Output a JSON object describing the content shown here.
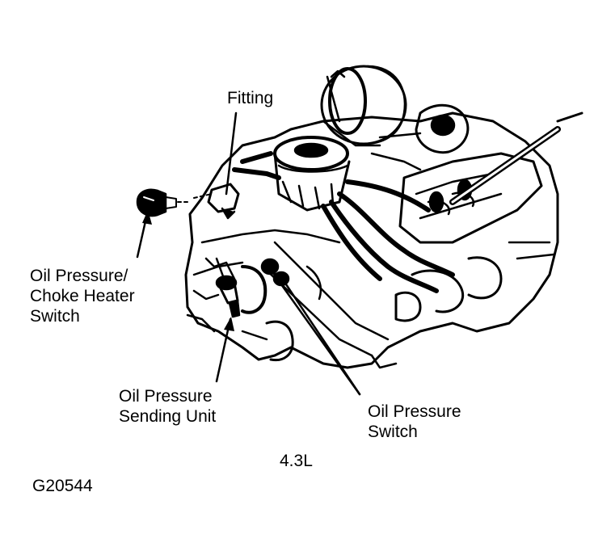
{
  "labels": {
    "fitting": "Fitting",
    "oil_pressure_choke_heater_switch": [
      "Oil Pressure/",
      "Choke Heater",
      "Switch"
    ],
    "oil_pressure_sending_unit": [
      "Oil Pressure",
      "Sending Unit"
    ],
    "oil_pressure_switch": [
      "Oil Pressure",
      "Switch"
    ],
    "engine": "4.3L",
    "figure_code": "G20544"
  },
  "colors": {
    "ink": "#000000",
    "paper": "#ffffff"
  }
}
